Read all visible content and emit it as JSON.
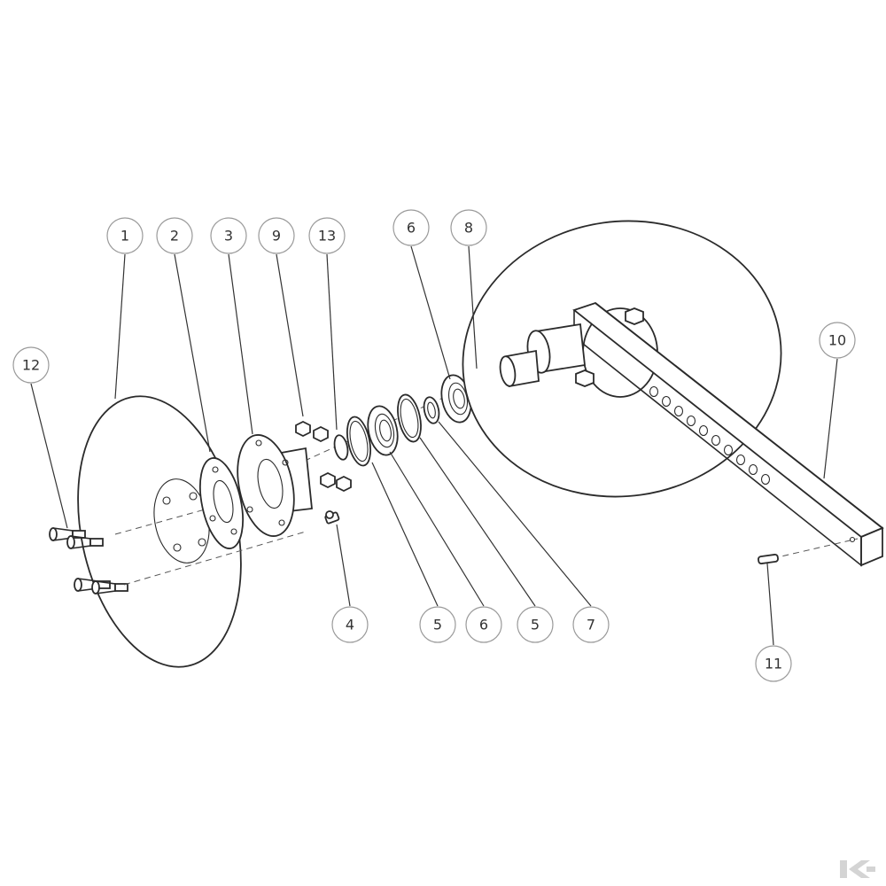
{
  "callouts": [
    "1",
    "2",
    "3",
    "9",
    "13",
    "6",
    "8",
    "10",
    "12",
    "4",
    "5",
    "6",
    "5",
    "7",
    "11"
  ],
  "colors": {
    "line": "#2b2b2b",
    "bubble_stroke": "#9a9a9a",
    "watermark": "#d4d4d4"
  },
  "watermark_icon": "k-logo-icon"
}
